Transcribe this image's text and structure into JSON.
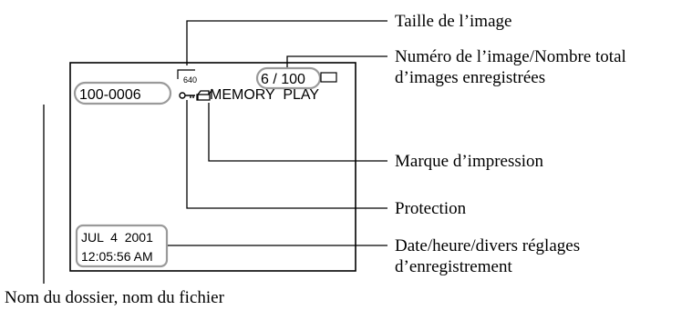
{
  "screen": {
    "size_value": "640",
    "image_counter": "6 / 100",
    "folder_file": "100-0006",
    "mode_text": "MEMORY  PLAY",
    "date": "JUL  4  2001",
    "time": "12:05:56 AM"
  },
  "icons": {
    "protect": "key-icon",
    "print_mark": "print-mark-icon",
    "battery": "battery-icon"
  },
  "labels": {
    "size": "Taille de l’image",
    "number_line1": "Numéro de l’image/Nombre total",
    "number_line2": "d’images enregistrées",
    "print_mark": "Marque d’impression",
    "protection": "Protection",
    "date_line1": "Date/heure/divers réglages",
    "date_line2": "d’enregistrement",
    "folder": "Nom du dossier, nom du fichier"
  }
}
